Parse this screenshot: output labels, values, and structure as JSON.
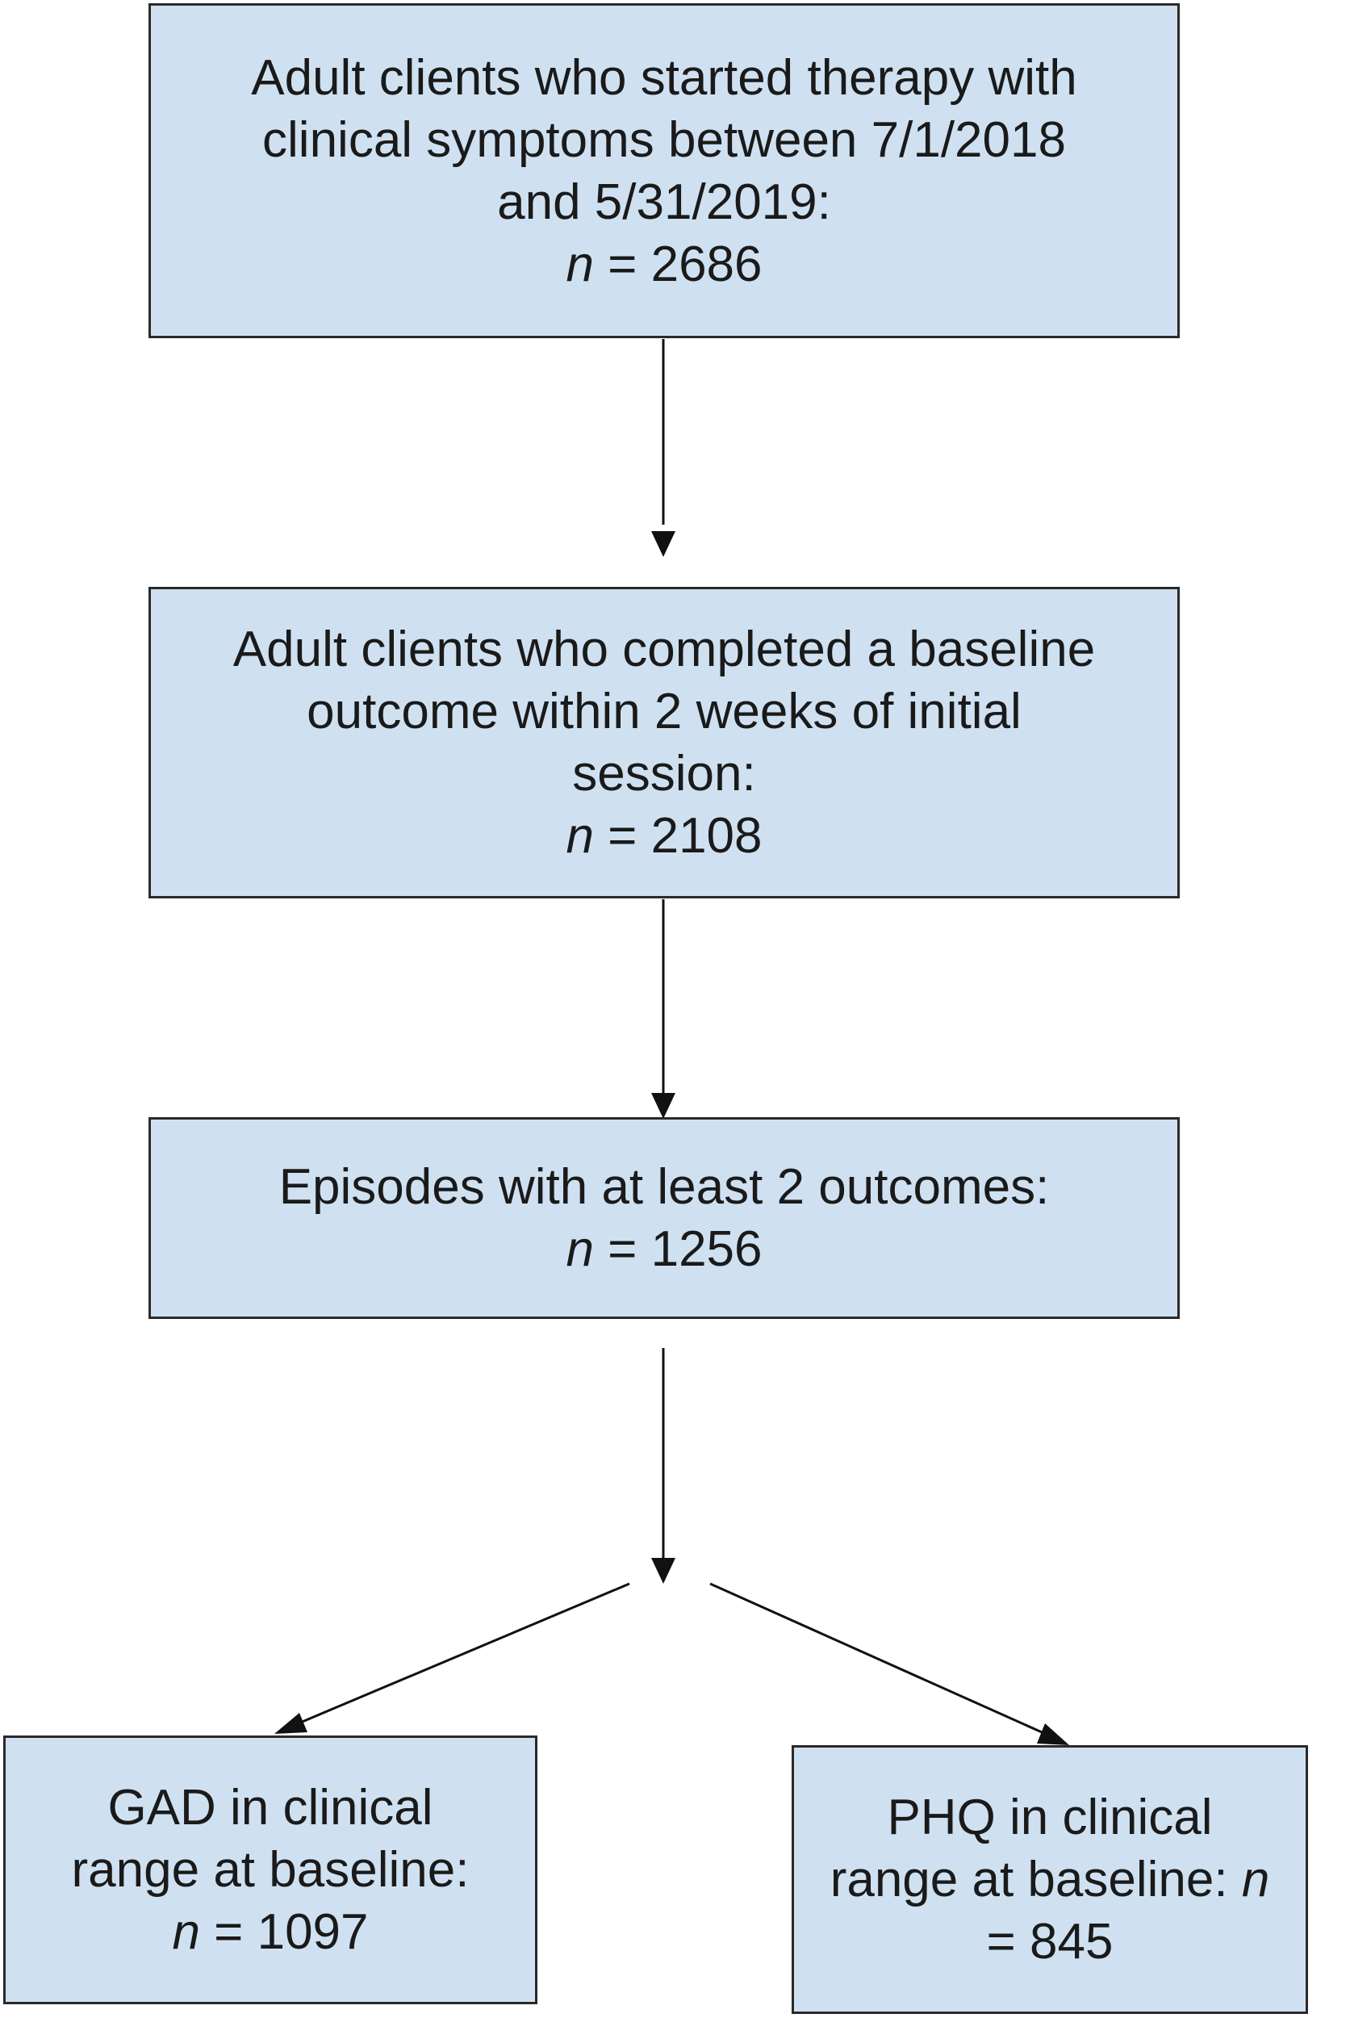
{
  "flowchart": {
    "box1": {
      "lines": [
        "Adult clients who started therapy with",
        "clinical symptoms between 7/1/2018",
        "and 5/31/2019:"
      ],
      "n_symbol": "n",
      "n_value": " = 2686"
    },
    "box2": {
      "lines": [
        "Adult clients who completed a baseline",
        "outcome within 2 weeks of initial",
        "session:"
      ],
      "n_symbol": "n",
      "n_value": " = 2108"
    },
    "box3": {
      "lines": [
        "Episodes with at least 2 outcomes:"
      ],
      "n_symbol": "n",
      "n_value": " = 1256"
    },
    "box4": {
      "lines": [
        "GAD in clinical",
        "range at baseline:"
      ],
      "n_symbol": "n",
      "n_value": " = 1097"
    },
    "box5": {
      "lines": [
        "PHQ in clinical"
      ],
      "line2_text": "range at baseline: ",
      "line2_symbol": "n",
      "line3": "= 845"
    }
  },
  "colors": {
    "box_fill": "#cfe1f1",
    "border": "#2a2a2a",
    "arrow": "#111111"
  }
}
